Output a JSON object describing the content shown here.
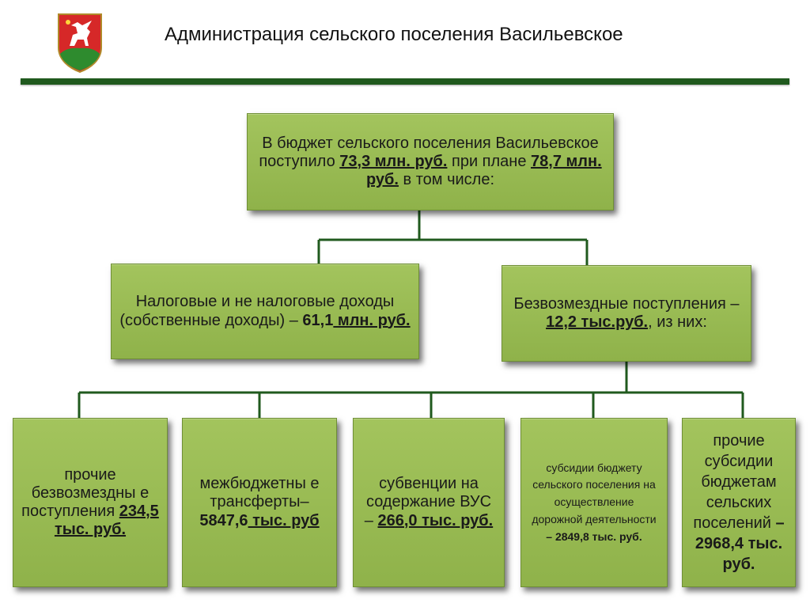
{
  "header": {
    "title": "Администрация сельского поселения Васильевское",
    "emblem_icon": "coat-of-arms-pegasus-icon",
    "rule_color": "#205a1e"
  },
  "colors": {
    "box_fill": "#9bbd55",
    "box_border": "#6f8f35",
    "connector": "#205a1e"
  },
  "root": {
    "text_1": "В бюджет сельского поселения Васильевское поступило ",
    "amount_1": "73,3 млн. руб.",
    "text_2": " при плане ",
    "amount_2": "78,7 млн. руб.",
    "text_3": " в том числе:"
  },
  "own_income": {
    "text_1": "Налоговые и не налоговые доходы (собственные доходы) – ",
    "amount_1": "61,1",
    "amount_2": " млн. руб."
  },
  "gratuitous": {
    "text_1": "Безвозмездные поступления – ",
    "amount": "12,2 тыс.руб.",
    "text_2": ", из них:"
  },
  "items": [
    {
      "text": "прочие безвозмездны е поступления ",
      "amount": "234,5 тыс. руб."
    },
    {
      "text": "межбюджетны е трансферты– ",
      "amount_1": "5847,6",
      "amount_2": " тыс. руб"
    },
    {
      "text": "субвенции на содержание ВУС – ",
      "amount": "266,0 тыс. руб."
    },
    {
      "text": "субсидии бюджету сельского поселения на осуществление дорожной деятельности ",
      "amount": "– 2849,8 тыс. руб."
    },
    {
      "text": "прочие субсидии бюджетам сельских поселений ",
      "amount": "– 2968,4 тыс. руб."
    }
  ]
}
